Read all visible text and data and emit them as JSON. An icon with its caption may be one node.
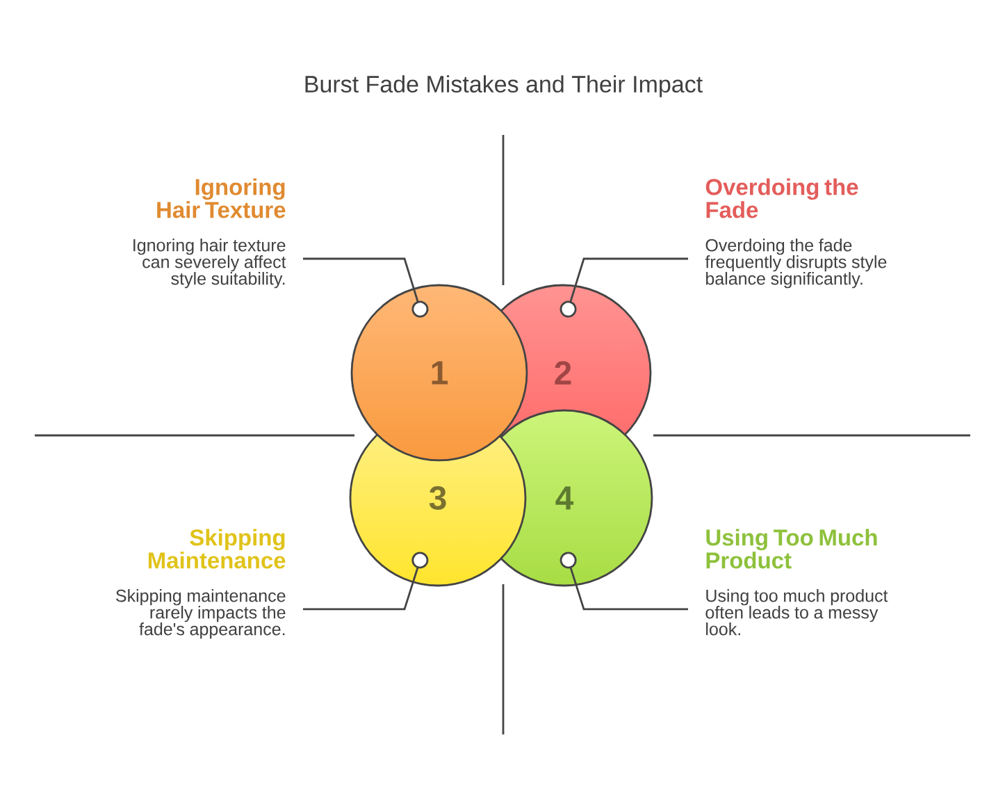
{
  "diagram": {
    "title": "Burst Fade Mistakes and Their Impact",
    "nodes": [
      {
        "text": [
          "1"
        ]
      },
      {
        "text": [
          "2"
        ]
      },
      {
        "text": [
          "3"
        ]
      },
      {
        "text": [
          "4"
        ]
      },
      {
        "text": [
          "Ignoring Hair Texture",
          "Ignoring hair texture can severely affect style suitability."
        ]
      },
      {
        "text": [
          "Overdoing the Fade",
          "Overdoing the fade frequently disrupts style balance significantly."
        ]
      },
      {
        "text": [
          "Skipping Maintenance",
          "Skipping maintenance rarely impacts the fade's appearance."
        ]
      },
      {
        "text": [
          "Using Too Much Product",
          "Using too much product often leads to a messy look."
        ]
      }
    ],
    "edges": [
      {
        "from": 4,
        "to": 0,
        "arrow": "other"
      },
      {
        "from": 5,
        "to": 1,
        "arrow": "other"
      },
      {
        "from": 6,
        "to": 2,
        "arrow": "other"
      },
      {
        "from": 7,
        "to": 3,
        "arrow": "other"
      }
    ]
  }
}
